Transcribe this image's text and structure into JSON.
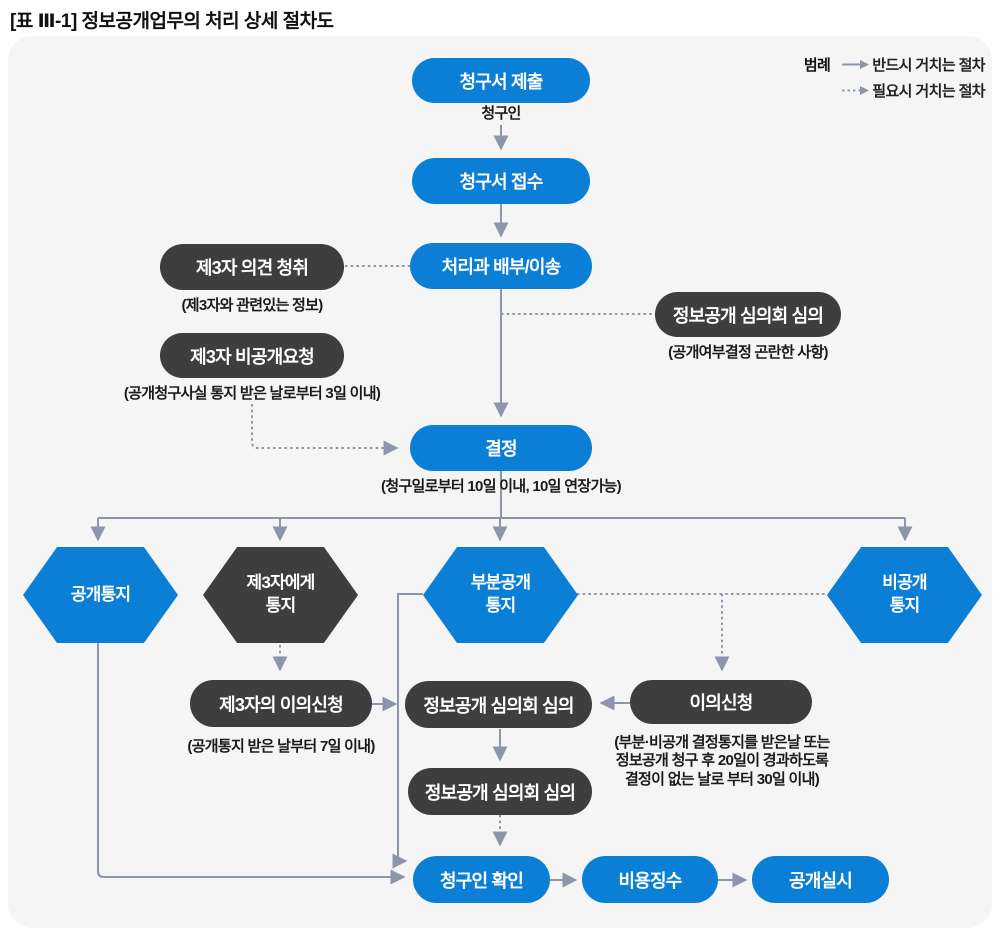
{
  "title": "[표 Ⅲ-1] 정보공개업무의 처리 상세 절차도",
  "legend": {
    "label": "범례",
    "solid": "반드시 거치는 절차",
    "dotted": "필요시 거치는 절차"
  },
  "colors": {
    "blue": "#0b7fd6",
    "dark": "#3e3e3e",
    "panel": "#f5f5f6",
    "arrow": "#8d96a8",
    "ink": "#1b1b1b"
  },
  "nodes": {
    "submit": {
      "label": "청구서 제출"
    },
    "requester": {
      "label": "청구인"
    },
    "receive": {
      "label": "청구서 접수"
    },
    "assign": {
      "label": "처리과 배부/이송"
    },
    "third_opinion": {
      "label": "제3자 의견 청취",
      "note": "(제3자와 관련있는 정보)"
    },
    "third_private": {
      "label": "제3자 비공개요청",
      "note": "(공개청구사실 통지 받은 날로부터 3일 이내)"
    },
    "committee_top": {
      "label": "정보공개 심의회 심의",
      "note": "(공개여부결정 곤란한 사항)"
    },
    "decision": {
      "label": "결정",
      "note": "(청구일로부터 10일 이내, 10일 연장가능)"
    },
    "notice_open": {
      "label": "공개통지"
    },
    "notice_third": {
      "line1": "제3자에게",
      "line2": "통지"
    },
    "notice_partial": {
      "line1": "부분공개",
      "line2": "통지"
    },
    "notice_closed": {
      "line1": "비공개",
      "line2": "통지"
    },
    "third_objection": {
      "label": "제3자의 이의신청",
      "note": "(공개통지 받은 날부터 7일 이내)"
    },
    "committee1": {
      "label": "정보공개 심의회 심의"
    },
    "objection": {
      "label": "이의신청",
      "note_lines": [
        "(부분·비공개 결정통지를 받은날 또는",
        "정보공개 청구 후 20일이 경과하도록",
        "결정이 없는 날로 부터 30일 이내)"
      ]
    },
    "committee2": {
      "label": "정보공개 심의회 심의"
    },
    "confirm": {
      "label": "청구인 확인"
    },
    "fee": {
      "label": "비용징수"
    },
    "disclose": {
      "label": "공개실시"
    }
  }
}
